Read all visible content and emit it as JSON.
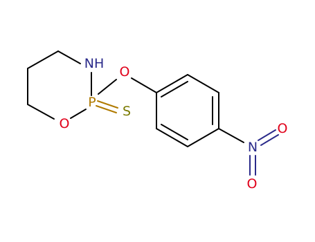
{
  "molecule": {
    "labels": {
      "nh": "NH",
      "o_ring": "O",
      "p": "P",
      "s": "S",
      "o_ester": "O",
      "n_nitro": "N",
      "o_nitro_top": "O",
      "o_nitro_bottom": "O"
    },
    "colors": {
      "carbon_bond": "#000000",
      "nitrogen": "#2a2a8a",
      "oxygen": "#e0001a",
      "phosphorus": "#b07a00",
      "sulfur": "#7a7a00"
    }
  }
}
